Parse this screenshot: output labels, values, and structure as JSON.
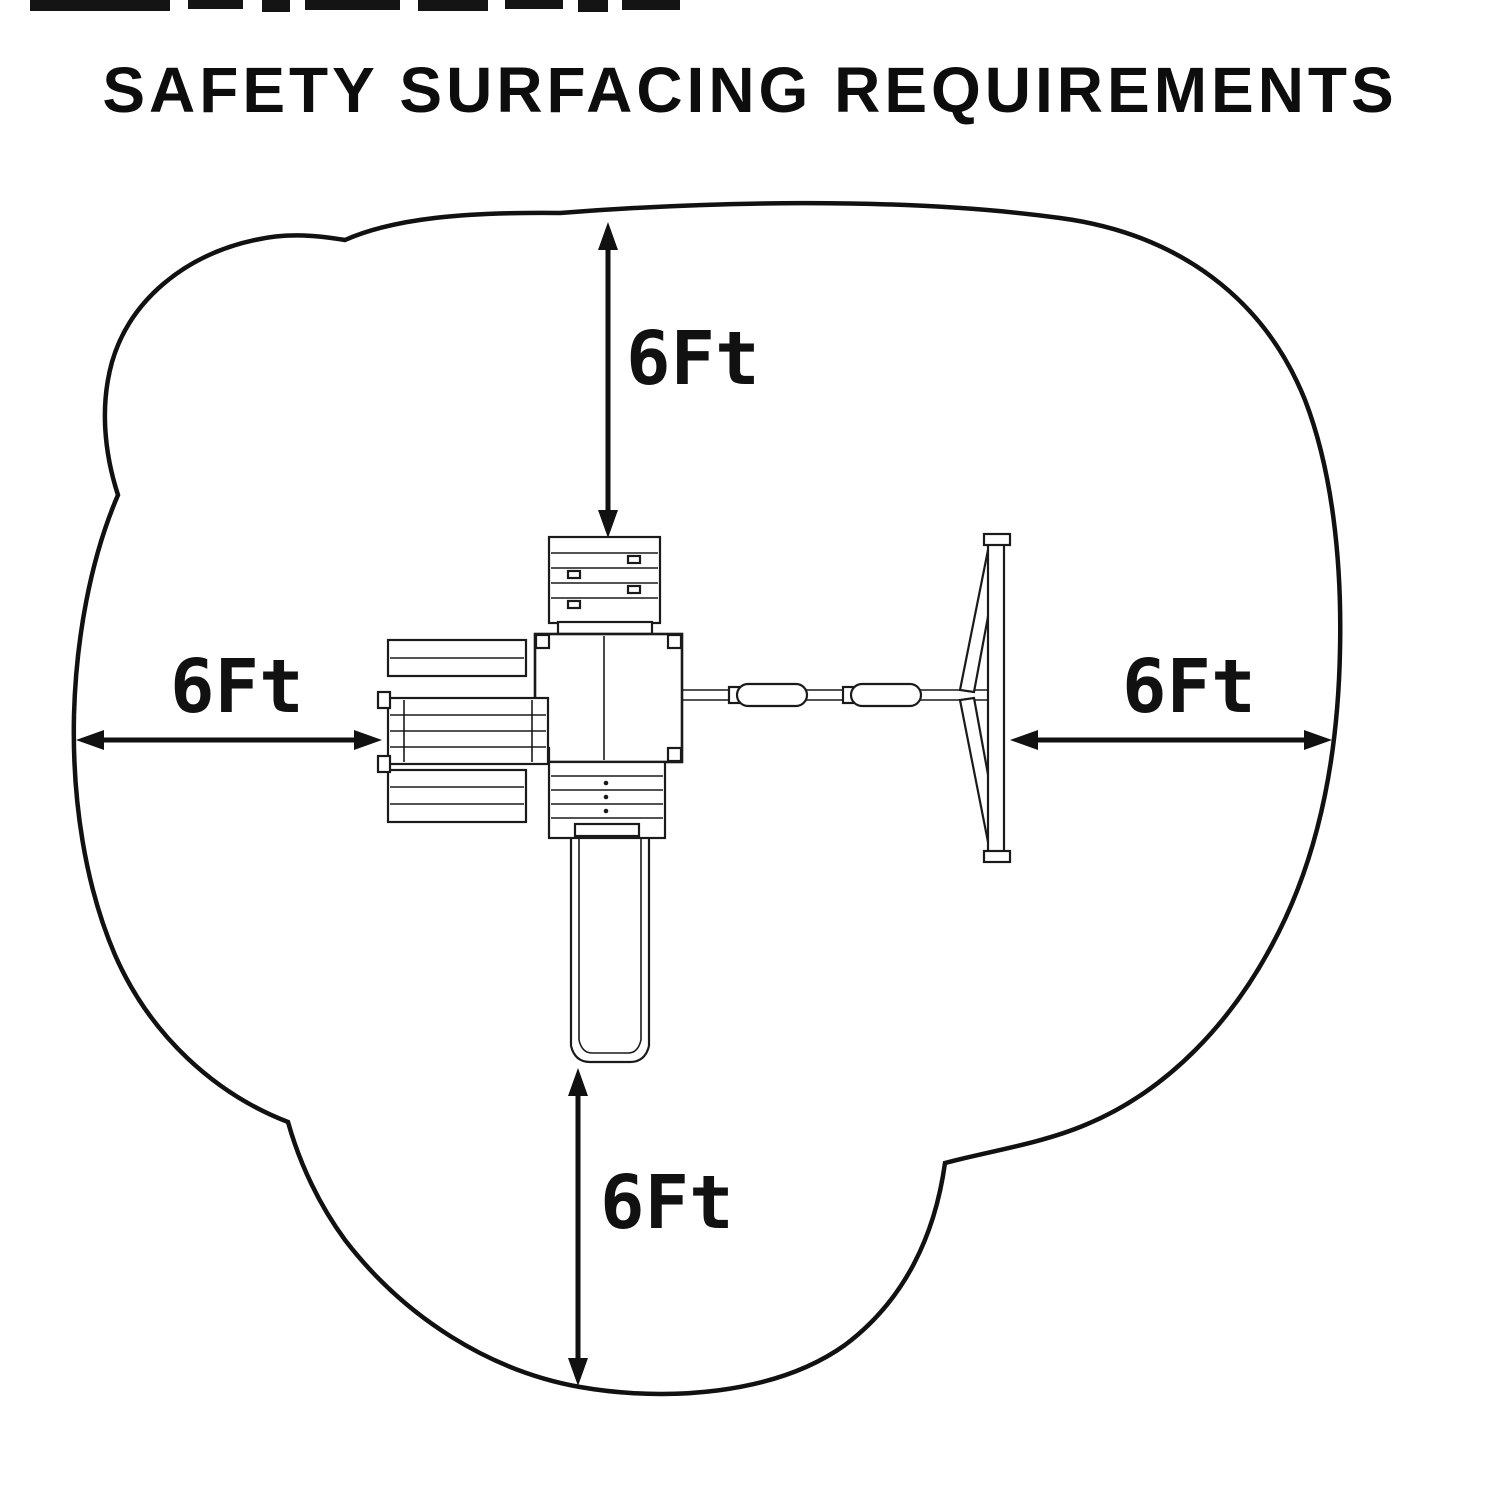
{
  "title": "SAFETY SURFACING REQUIREMENTS",
  "clearances": {
    "top": "6Ft",
    "left": "6Ft",
    "right": "6Ft",
    "bottom": "6Ft"
  }
}
